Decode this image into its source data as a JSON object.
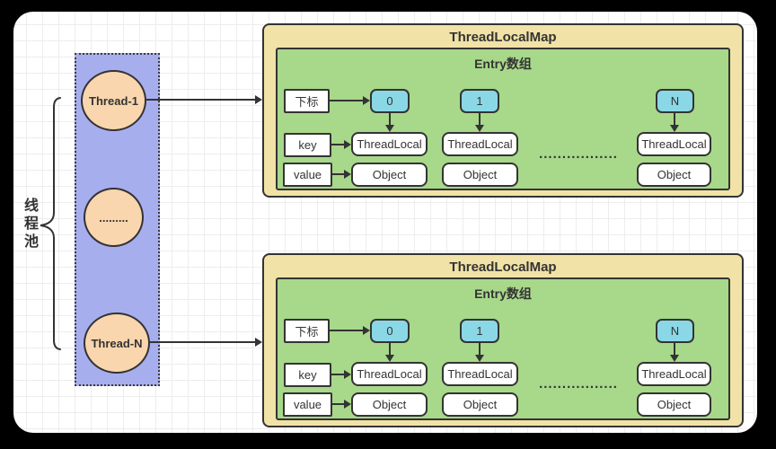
{
  "colors": {
    "frame_bg": "#000000",
    "panel_bg": "#ffffff",
    "pool_purple": "#a7aeee",
    "thread_peach": "#f9d6ad",
    "map_yellow": "#f1e2a7",
    "entry_green": "#a8d88a",
    "index_cyan": "#8ad8e6",
    "stroke": "#333333"
  },
  "thread_pool": {
    "label": "线程池",
    "threads": [
      "Thread-1",
      ".........",
      "Thread-N"
    ]
  },
  "maps": [
    {
      "title": "ThreadLocalMap",
      "entry_title": "Entry数组",
      "index_label": "下标",
      "key_label": "key",
      "value_label": "value",
      "ellipsis": ".................",
      "columns": [
        {
          "index": "0",
          "key": "ThreadLocal",
          "value": "Object"
        },
        {
          "index": "1",
          "key": "ThreadLocal",
          "value": "Object"
        },
        {
          "index": "N",
          "key": "ThreadLocal",
          "value": "Object"
        }
      ]
    },
    {
      "title": "ThreadLocalMap",
      "entry_title": "Entry数组",
      "index_label": "下标",
      "key_label": "key",
      "value_label": "value",
      "ellipsis": ".................",
      "columns": [
        {
          "index": "0",
          "key": "ThreadLocal",
          "value": "Object"
        },
        {
          "index": "1",
          "key": "ThreadLocal",
          "value": "Object"
        },
        {
          "index": "N",
          "key": "ThreadLocal",
          "value": "Object"
        }
      ]
    }
  ]
}
